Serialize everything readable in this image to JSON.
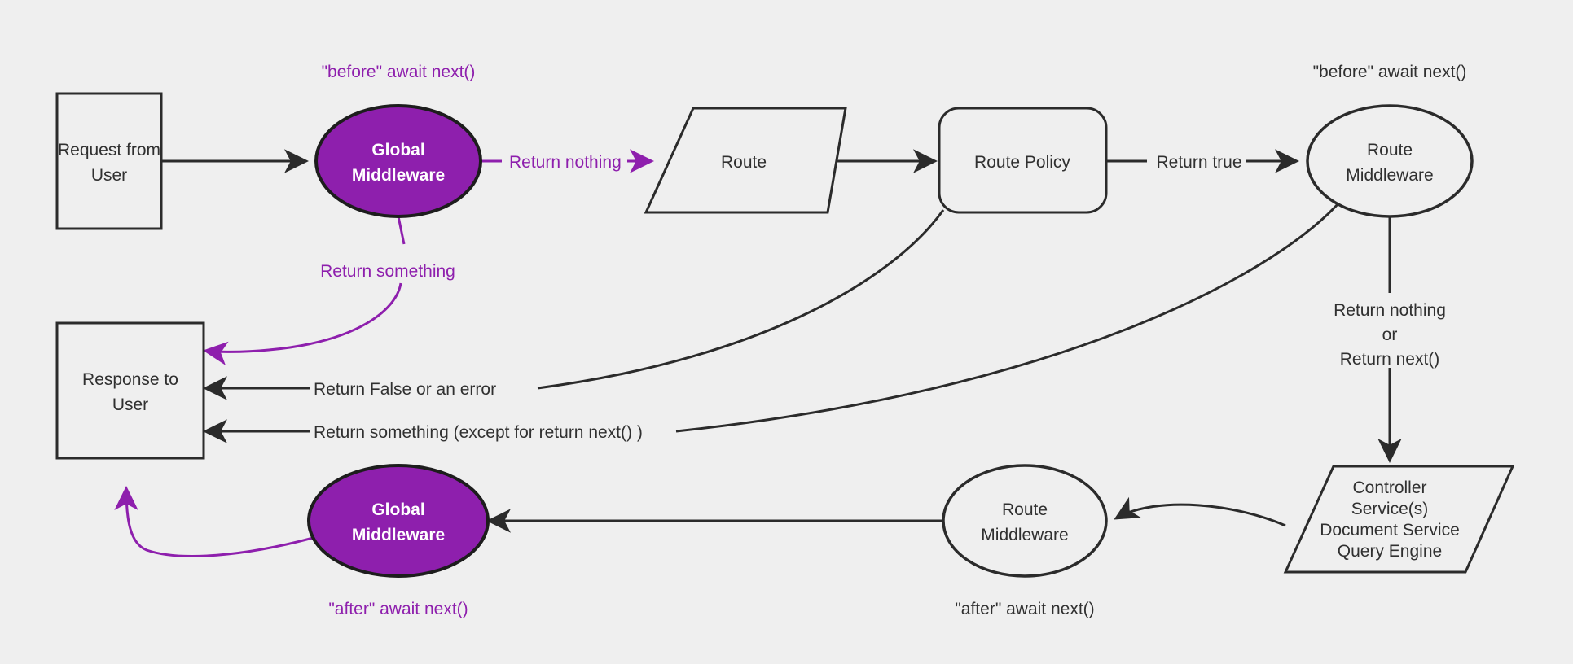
{
  "canvas": {
    "background": "#efefef",
    "accent_purple": "#8e1fad",
    "stroke_dark": "#2b2b2b",
    "text_dark": "#303030",
    "text_white": "#ffffff"
  },
  "nodes": {
    "request_from_user": {
      "line1": "Request from",
      "line2": "User"
    },
    "global_middleware_top": {
      "line1": "Global",
      "line2": "Middleware"
    },
    "route": {
      "label": "Route"
    },
    "route_policy": {
      "label": "Route Policy"
    },
    "route_middleware_top": {
      "line1": "Route",
      "line2": "Middleware"
    },
    "controller_box": {
      "line1": "Controller",
      "line2": "Service(s)",
      "line3": "Document Service",
      "line4": "Query Engine"
    },
    "route_middleware_bottom": {
      "line1": "Route",
      "line2": "Middleware"
    },
    "global_middleware_bottom": {
      "line1": "Global",
      "line2": "Middleware"
    },
    "response_to_user": {
      "line1": "Response to",
      "line2": "User"
    }
  },
  "notes": {
    "before_await_next_global": "\"before\" await next()",
    "before_await_next_route": "\"before\" await next()",
    "after_await_next_global": "\"after\" await next()",
    "after_await_next_route": "\"after\" await next()"
  },
  "edges": {
    "return_nothing": "Return nothing",
    "return_something": "Return something",
    "return_true": "Return true",
    "return_false_or_error": "Return False or an error",
    "return_something_except": "Return something (except for return next() )",
    "route_mw_out_line1": "Return nothing",
    "route_mw_out_line2": "or",
    "route_mw_out_line3": "Return next()"
  }
}
